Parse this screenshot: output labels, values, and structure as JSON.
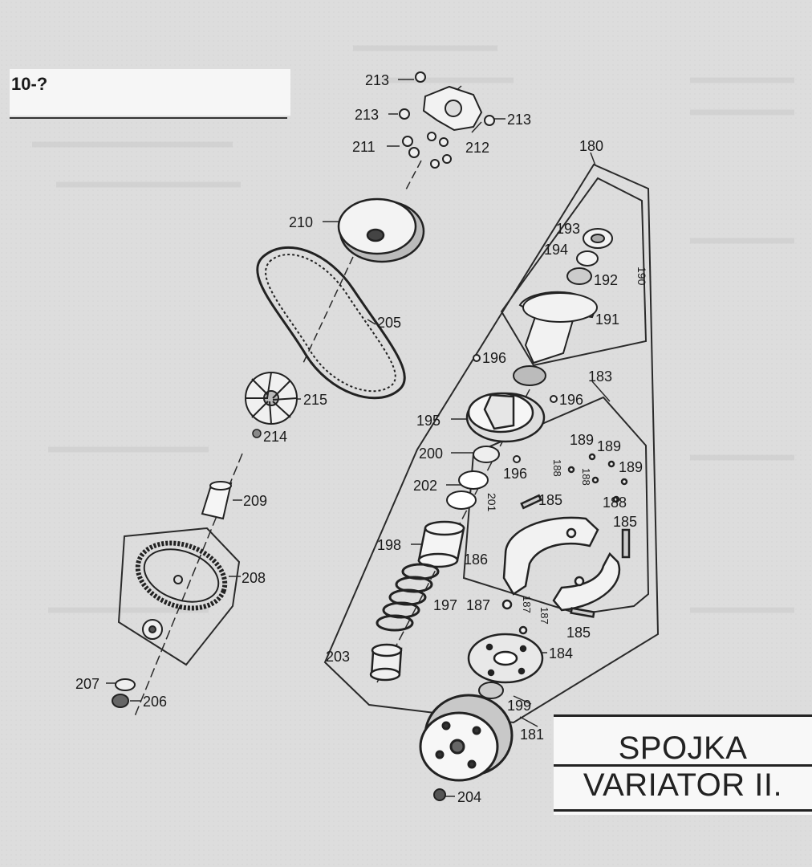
{
  "page": {
    "number": "10-?"
  },
  "title": {
    "line1": "SPOJKA",
    "line2": "VARIATOR II."
  },
  "callouts": [
    "213",
    "213",
    "213",
    "211",
    "212",
    "180",
    "210",
    "193",
    "194",
    "192",
    "190",
    "205",
    "191",
    "196",
    "196",
    "183",
    "215",
    "214",
    "195",
    "189",
    "189",
    "189",
    "200",
    "196",
    "188",
    "188",
    "202",
    "201",
    "185",
    "188",
    "209",
    "185",
    "198",
    "186",
    "208",
    "197",
    "187",
    "187",
    "185",
    "203",
    "184",
    "207",
    "206",
    "199",
    "181",
    "204"
  ]
}
